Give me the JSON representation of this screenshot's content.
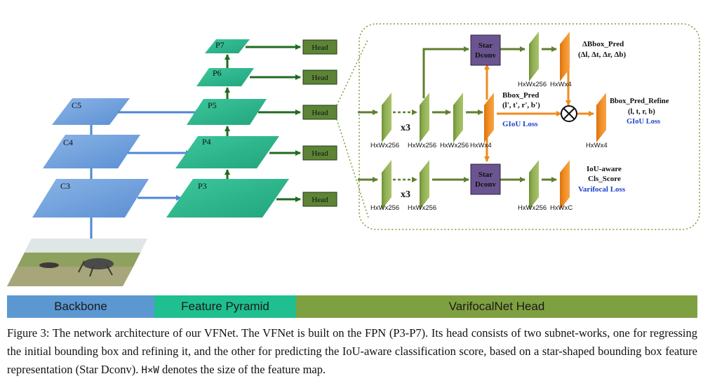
{
  "backbone": {
    "levels": [
      "C5",
      "C4",
      "C3"
    ]
  },
  "pyramid": {
    "levels": [
      "P7",
      "P6",
      "P5",
      "P4",
      "P3"
    ]
  },
  "head_label": "Head",
  "detail": {
    "star_dconv": "Star Dconv",
    "x3": "x3",
    "hxwx256": "HxWx256",
    "hxwx4": "HxWx4",
    "hxwxc": "HxWxC",
    "bbox_pred_title": "Bbox_Pred",
    "bbox_pred_args": "(l', t', r', b')",
    "giou_loss": "GIoU Loss",
    "delta_title": "ΔBbox_Pred",
    "delta_args": "(Δl, Δt, Δr, Δb)",
    "refine_title": "Bbox_Pred_Refine",
    "refine_args": "(l, t, r, b)",
    "iou_aware": "IoU-aware",
    "cls_score": "Cls_Score",
    "varifocal_loss": "Varifocal Loss"
  },
  "bands": {
    "backbone": "Backbone",
    "pyramid": "Feature Pyramid",
    "head": "VarifocalNet Head"
  },
  "colors": {
    "blue_plane": "#6f9ed8",
    "green_plane": "#2db48c",
    "head_box": "#5d8436",
    "feature_green": "#8aa64c",
    "feature_orange": "#ef8b1d",
    "star_purple": "#6a5590",
    "band_blue": "#5b98d2",
    "band_teal": "#1fbf8f",
    "band_olive": "#7fa040",
    "loss_blue": "#1f3fcc"
  },
  "caption": {
    "prefix": "Figure 3: The network architecture of our VFNet. The VFNet is built on the FPN (P3-P7). Its head consists of two subnet-works, one for regressing the initial bounding box and refining it, and the other for predicting the IoU-aware classification score, based on a star-shaped bounding box feature representation (Star Dconv).",
    "hw": "H×W",
    "suffix": "denotes the size of the feature map."
  }
}
